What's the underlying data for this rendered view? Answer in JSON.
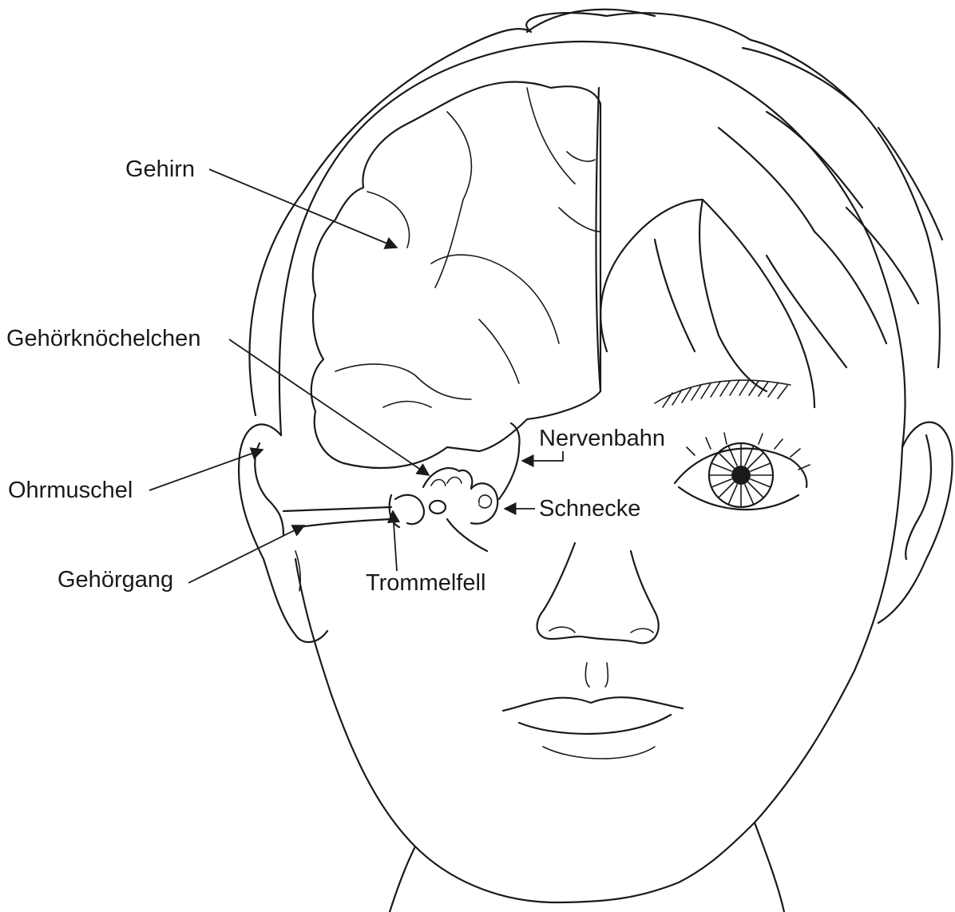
{
  "labels": {
    "gehirn": "Gehirn",
    "gehoerknoechelchen": "Gehörknöchelchen",
    "nervenbahn": "Nervenbahn",
    "ohrmuschel": "Ohrmuschel",
    "schnecke": "Schnecke",
    "gehoergang": "Gehörgang",
    "trommelfell": "Trommelfell"
  },
  "colors": {
    "ink": "#1a1a1a",
    "background": "#ffffff"
  }
}
